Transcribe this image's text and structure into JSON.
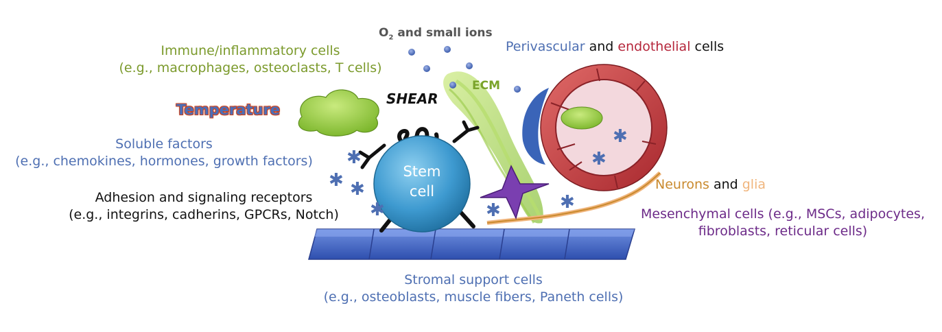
{
  "labels": {
    "o2_prefix": "O",
    "o2_sub": "2",
    "o2_rest": " and small ions",
    "immune_line1": "Immune/inflammatory cells",
    "immune_line2": "(e.g., macrophages, osteoclasts, T cells)",
    "temperature": "Temperature",
    "shear": "SHEAR",
    "ecm": "ECM",
    "perivascular": "Perivascular",
    "and_1": " and ",
    "endothelial": "endothelial",
    "cells_1": " cells",
    "soluble_line1": "Soluble factors",
    "soluble_line2": "(e.g., chemokines, hormones, growth factors)",
    "adhesion_line1": "Adhesion and signaling receptors",
    "adhesion_line2": "(e.g., integrins, cadherins, GPCRs, Notch)",
    "stem_line1": "Stem",
    "stem_line2": "cell",
    "neurons": "Neurons",
    "and_2": " and ",
    "glia": "glia",
    "mesenchymal_line1": "Mesenchymal cells (e.g., MSCs, adipocytes,",
    "mesenchymal_line2": "fibroblasts, reticular cells)",
    "stromal_line1": "Stromal support cells",
    "stromal_line2": "(e.g., osteoblasts, muscle fibers, Paneth cells)"
  },
  "colors": {
    "immune": "#7b9a2c",
    "soluble": "#4e6fb2",
    "perivascular": "#4e6fb2",
    "endothelial": "#b5263b",
    "neurons": "#c98a2e",
    "glia": "#f0b57d",
    "mesenchymal": "#6c2a88",
    "stromal": "#4e6fb2",
    "stem_cell": "#3f9bd0",
    "vessel": "#c0383c",
    "ecm": "#a8d25a"
  }
}
